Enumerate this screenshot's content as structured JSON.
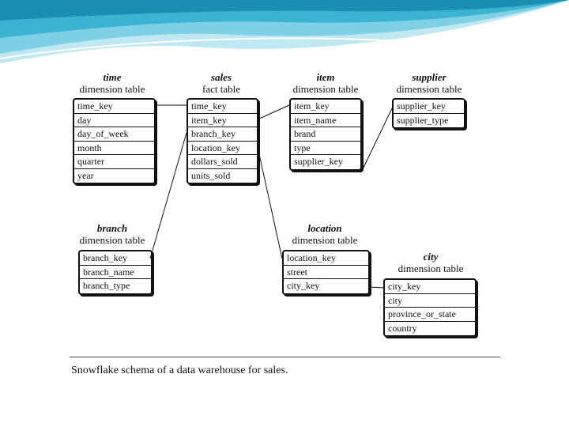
{
  "caption": "Snowflake schema of a data warehouse for sales.",
  "tables": {
    "time": {
      "name": "time",
      "kind": "dimension table",
      "fields": [
        "time_key",
        "day",
        "day_of_week",
        "month",
        "quarter",
        "year"
      ]
    },
    "sales": {
      "name": "sales",
      "kind": "fact table",
      "fields": [
        "time_key",
        "item_key",
        "branch_key",
        "location_key",
        "dollars_sold",
        "units_sold"
      ]
    },
    "item": {
      "name": "item",
      "kind": "dimension table",
      "fields": [
        "item_key",
        "item_name",
        "brand",
        "type",
        "supplier_key"
      ]
    },
    "supplier": {
      "name": "supplier",
      "kind": "dimension table",
      "fields": [
        "supplier_key",
        "supplier_type"
      ]
    },
    "branch": {
      "name": "branch",
      "kind": "dimension table",
      "fields": [
        "branch_key",
        "branch_name",
        "branch_type"
      ]
    },
    "location": {
      "name": "location",
      "kind": "dimension table",
      "fields": [
        "location_key",
        "street",
        "city_key"
      ]
    },
    "city": {
      "name": "city",
      "kind": "dimension table",
      "fields": [
        "city_key",
        "city",
        "province_or_state",
        "country"
      ]
    }
  },
  "links": [
    {
      "from": "time.time_key",
      "to": "sales.time_key"
    },
    {
      "from": "sales.item_key",
      "to": "item.item_key"
    },
    {
      "from": "item.supplier_key",
      "to": "supplier.supplier_key"
    },
    {
      "from": "sales.branch_key",
      "to": "branch.branch_key"
    },
    {
      "from": "sales.location_key",
      "to": "location.location_key"
    },
    {
      "from": "location.city_key",
      "to": "city.city_key"
    }
  ]
}
